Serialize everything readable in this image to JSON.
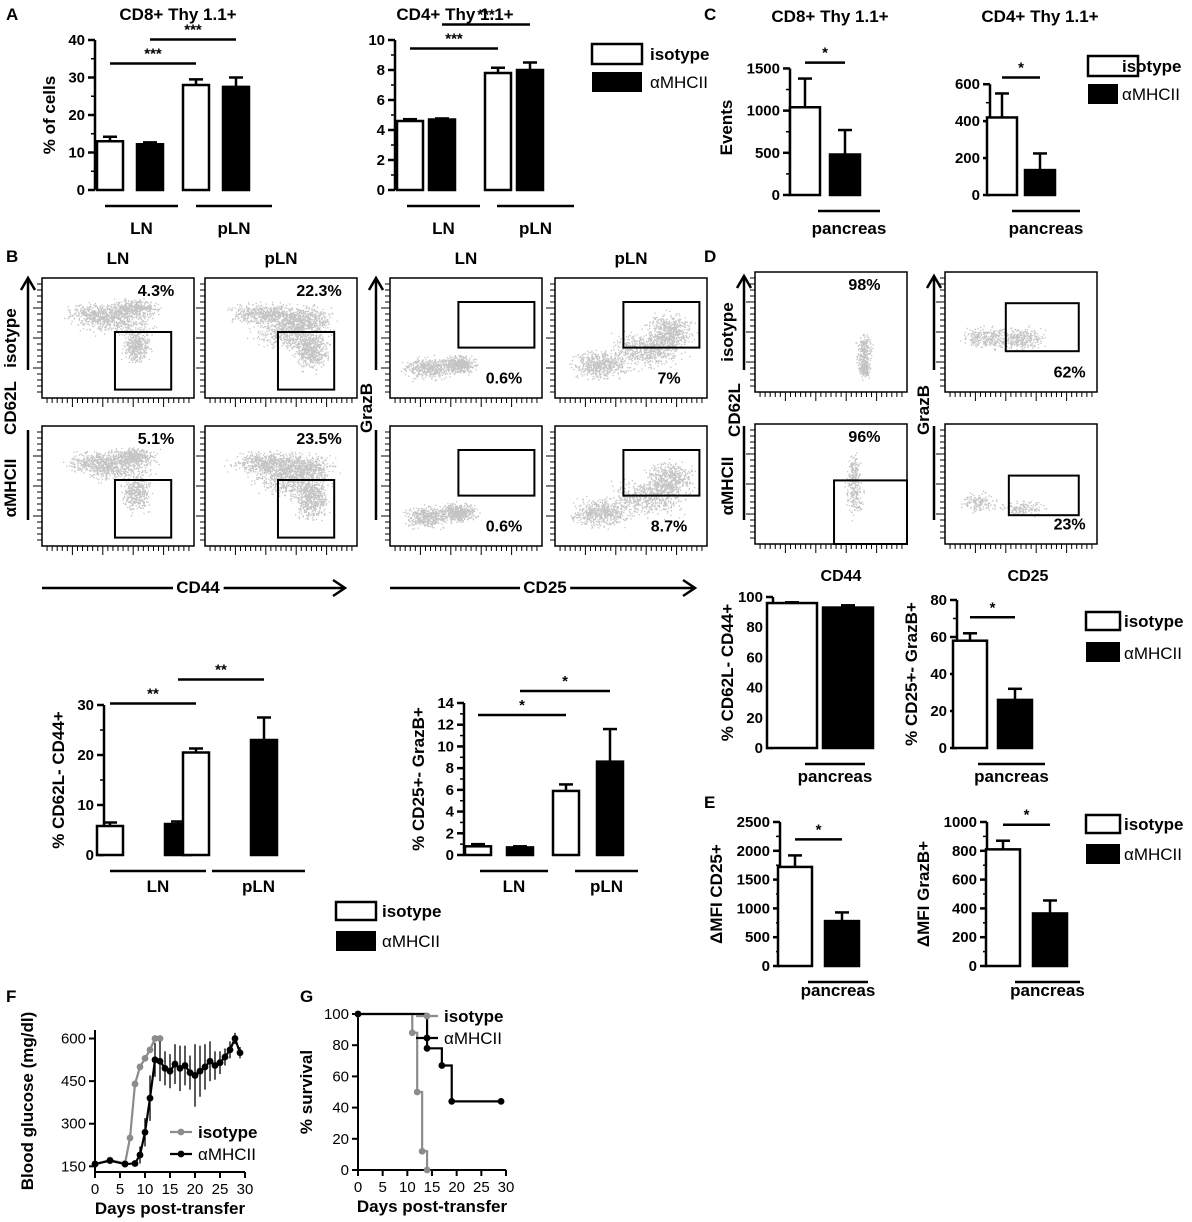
{
  "colors": {
    "ink": "#000000",
    "dots": "#c4c4c4",
    "isotype_line": "#8c8c8c",
    "white": "#ffffff"
  },
  "legend": {
    "isotype": "isotype",
    "amhcii": "αMHCII"
  },
  "panels": {
    "A": {
      "letter": "A"
    },
    "B": {
      "letter": "B"
    },
    "C": {
      "letter": "C"
    },
    "D": {
      "letter": "D"
    },
    "E": {
      "letter": "E"
    },
    "F": {
      "letter": "F"
    },
    "G": {
      "letter": "G"
    }
  },
  "flow": {
    "B": {
      "col_labels": [
        "LN",
        "pLN",
        "LN",
        "pLN"
      ],
      "row_labels": [
        "isotype",
        "αMHCII"
      ],
      "left_y_axis": "CD62L",
      "right_y_axis": "GrazB",
      "left_x_axis": "CD44",
      "right_x_axis": "CD25",
      "pcts": [
        "4.3%",
        "22.3%",
        "0.6%",
        "7%",
        "5.1%",
        "23.5%",
        "0.6%",
        "8.7%"
      ]
    },
    "D": {
      "row_labels": [
        "isotype",
        "αMHCII"
      ],
      "left_y_axis": "CD62L",
      "right_y_axis": "GrazB",
      "left_x_axis": "CD44",
      "right_x_axis": "CD25",
      "pcts": [
        "98%",
        "62%",
        "96%",
        "23%"
      ]
    }
  },
  "chart_data": [
    {
      "id": "A1",
      "type": "bar",
      "title": "CD8+ Thy 1.1+",
      "ylabel": "% of cells",
      "ylim": [
        0,
        40
      ],
      "yticks": [
        0,
        10,
        20,
        30,
        40
      ],
      "groups": [
        "LN",
        "pLN"
      ],
      "series": [
        {
          "name": "isotype",
          "values": [
            13,
            28
          ],
          "errors": [
            1.2,
            1.5
          ]
        },
        {
          "name": "αMHCII",
          "values": [
            12.2,
            27.5
          ],
          "errors": [
            0.5,
            2.5
          ]
        }
      ],
      "sig": [
        {
          "label": "***"
        },
        {
          "label": "***"
        }
      ]
    },
    {
      "id": "A2",
      "type": "bar",
      "title": "CD4+ Thy 1.1+",
      "ylabel": "",
      "ylim": [
        0,
        10
      ],
      "yticks": [
        0,
        2,
        4,
        6,
        8,
        10
      ],
      "groups": [
        "LN",
        "pLN"
      ],
      "series": [
        {
          "name": "isotype",
          "values": [
            4.6,
            7.8
          ],
          "errors": [
            0.12,
            0.35
          ]
        },
        {
          "name": "αMHCII",
          "values": [
            4.7,
            8.0
          ],
          "errors": [
            0.07,
            0.5
          ]
        }
      ],
      "sig": [
        {
          "label": "***"
        },
        {
          "label": "***"
        }
      ]
    },
    {
      "id": "C1",
      "type": "bar",
      "title": "CD8+ Thy 1.1+",
      "ylabel": "Events",
      "ylim": [
        0,
        1600
      ],
      "yticks": [
        0,
        500,
        1000,
        1500
      ],
      "groups": [
        "pancreas"
      ],
      "series": [
        {
          "name": "isotype",
          "values": [
            1040
          ],
          "errors": [
            340
          ]
        },
        {
          "name": "αMHCII",
          "values": [
            480
          ],
          "errors": [
            290
          ]
        }
      ],
      "sig": [
        {
          "label": "*"
        }
      ]
    },
    {
      "id": "C2",
      "type": "bar",
      "title": "CD4+ Thy 1.1+",
      "ylabel": "",
      "ylim": [
        0,
        650
      ],
      "yticks": [
        0,
        200,
        400,
        600
      ],
      "groups": [
        "pancreas"
      ],
      "series": [
        {
          "name": "isotype",
          "values": [
            420
          ],
          "errors": [
            130
          ]
        },
        {
          "name": "αMHCII",
          "values": [
            135
          ],
          "errors": [
            90
          ]
        }
      ],
      "sig": [
        {
          "label": "*"
        }
      ]
    },
    {
      "id": "B1",
      "type": "bar",
      "title": "",
      "ylabel": "% CD62L- CD44+",
      "ylim": [
        0,
        30
      ],
      "yticks": [
        0,
        10,
        20,
        30
      ],
      "groups": [
        "LN",
        "pLN"
      ],
      "series": [
        {
          "name": "isotype",
          "values": [
            5.8,
            20.5
          ],
          "errors": [
            0.7,
            0.8
          ]
        },
        {
          "name": "αMHCII",
          "values": [
            6.2,
            23
          ],
          "errors": [
            0.5,
            4.5
          ]
        }
      ],
      "sig": [
        {
          "label": "**"
        },
        {
          "label": "**"
        }
      ]
    },
    {
      "id": "B2",
      "type": "bar",
      "title": "",
      "ylabel": "% CD25+- GrazB+",
      "ylim": [
        0,
        14
      ],
      "yticks": [
        0,
        2,
        4,
        6,
        8,
        10,
        12,
        14
      ],
      "groups": [
        "LN",
        "pLN"
      ],
      "series": [
        {
          "name": "isotype",
          "values": [
            0.8,
            5.9
          ],
          "errors": [
            0.2,
            0.6
          ]
        },
        {
          "name": "αMHCII",
          "values": [
            0.7,
            8.6
          ],
          "errors": [
            0.1,
            3.0
          ]
        }
      ],
      "sig": [
        {
          "label": "*"
        },
        {
          "label": "*"
        }
      ]
    },
    {
      "id": "D1",
      "type": "bar",
      "title": "",
      "ylabel": "% CD62L- CD44+",
      "ylim": [
        0,
        100
      ],
      "yticks": [
        0,
        20,
        40,
        60,
        80,
        100
      ],
      "groups": [
        "pancreas"
      ],
      "series": [
        {
          "name": "isotype",
          "values": [
            96
          ],
          "errors": [
            0.5
          ]
        },
        {
          "name": "αMHCII",
          "values": [
            93
          ],
          "errors": [
            1.5
          ]
        }
      ],
      "sig": []
    },
    {
      "id": "D2",
      "type": "bar",
      "title": "",
      "ylabel": "% CD25+- GrazB+",
      "ylim": [
        0,
        80
      ],
      "yticks": [
        0,
        20,
        40,
        60,
        80
      ],
      "groups": [
        "pancreas"
      ],
      "series": [
        {
          "name": "isotype",
          "values": [
            58
          ],
          "errors": [
            4
          ]
        },
        {
          "name": "αMHCII",
          "values": [
            26
          ],
          "errors": [
            6
          ]
        }
      ],
      "sig": [
        {
          "label": "*"
        }
      ]
    },
    {
      "id": "E1",
      "type": "bar",
      "title": "",
      "ylabel": "ΔMFI CD25+",
      "ylim": [
        0,
        2500
      ],
      "yticks": [
        0,
        500,
        1000,
        1500,
        2000,
        2500
      ],
      "groups": [
        "pancreas"
      ],
      "series": [
        {
          "name": "isotype",
          "values": [
            1720
          ],
          "errors": [
            200
          ]
        },
        {
          "name": "αMHCII",
          "values": [
            780
          ],
          "errors": [
            150
          ]
        }
      ],
      "sig": [
        {
          "label": "*"
        }
      ]
    },
    {
      "id": "E2",
      "type": "bar",
      "title": "",
      "ylabel": "ΔMFI GrazB+",
      "ylim": [
        0,
        1000
      ],
      "yticks": [
        0,
        200,
        400,
        600,
        800,
        1000
      ],
      "groups": [
        "pancreas"
      ],
      "series": [
        {
          "name": "isotype",
          "values": [
            810
          ],
          "errors": [
            60
          ]
        },
        {
          "name": "αMHCII",
          "values": [
            365
          ],
          "errors": [
            90
          ]
        }
      ],
      "sig": [
        {
          "label": "*"
        }
      ]
    },
    {
      "id": "F",
      "type": "line",
      "title": "",
      "xlabel": "Days post-transfer",
      "ylabel": "Blood glucose (mg/dl)",
      "xlim": [
        0,
        30
      ],
      "ylim": [
        130,
        630
      ],
      "xticks": [
        0,
        5,
        10,
        15,
        20,
        25,
        30
      ],
      "yticks": [
        150,
        300,
        450,
        600
      ],
      "series": [
        {
          "name": "isotype",
          "x": [
            0,
            3,
            6,
            7,
            8,
            9,
            10,
            11,
            12,
            13
          ],
          "y": [
            158,
            172,
            160,
            250,
            440,
            500,
            530,
            560,
            600,
            600
          ],
          "errors": []
        },
        {
          "name": "αMHCII",
          "x": [
            0,
            3,
            6,
            8,
            9,
            10,
            11,
            12,
            13,
            14,
            15,
            16,
            17,
            18,
            19,
            20,
            21,
            22,
            23,
            24,
            25,
            26,
            27,
            28,
            29
          ],
          "y": [
            158,
            170,
            158,
            160,
            190,
            270,
            390,
            525,
            520,
            495,
            485,
            510,
            495,
            505,
            480,
            470,
            485,
            500,
            520,
            505,
            515,
            535,
            560,
            600,
            550
          ],
          "errors": [
            10,
            10,
            10,
            10,
            30,
            50,
            80,
            60,
            70,
            60,
            60,
            70,
            80,
            70,
            60,
            110,
            90,
            80,
            70,
            50,
            40,
            30,
            30,
            20,
            20
          ]
        }
      ]
    },
    {
      "id": "G",
      "type": "line",
      "title": "",
      "xlabel": "Days post-transfer",
      "ylabel": "% survival",
      "xlim": [
        0,
        30
      ],
      "ylim": [
        0,
        100
      ],
      "xticks": [
        0,
        5,
        10,
        15,
        20,
        25,
        30
      ],
      "yticks": [
        0,
        20,
        40,
        60,
        80,
        100
      ],
      "series": [
        {
          "name": "isotype",
          "x": [
            0,
            11,
            12,
            13,
            14
          ],
          "y": [
            100,
            88,
            50,
            12,
            0
          ]
        },
        {
          "name": "αMHCII",
          "x": [
            0,
            14,
            17,
            19,
            29
          ],
          "y": [
            100,
            78,
            67,
            44,
            44
          ]
        }
      ]
    }
  ]
}
